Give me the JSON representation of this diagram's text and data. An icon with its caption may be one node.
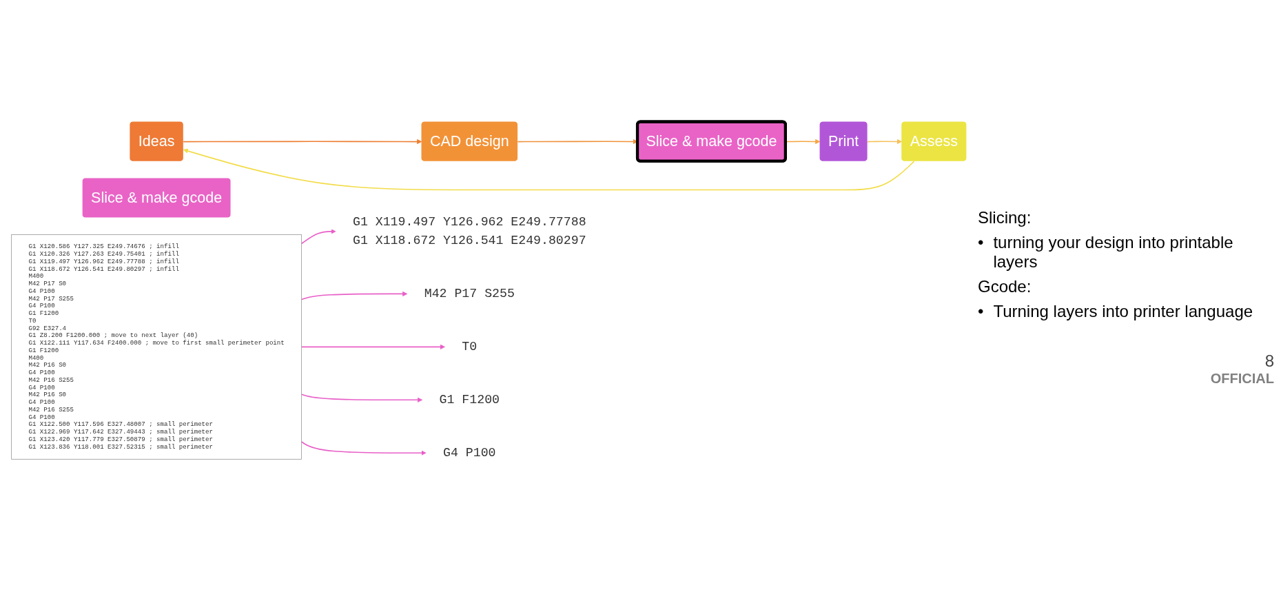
{
  "diagram": {
    "nodes": [
      {
        "text": [
          "Ideas"
        ]
      },
      {
        "text": [
          "CAD design"
        ]
      },
      {
        "text": [
          "Slice & make gcode"
        ]
      },
      {
        "text": [
          "Print"
        ]
      },
      {
        "text": [
          "Assess"
        ]
      },
      {
        "text": [
          "Slice & make gcode"
        ]
      },
      {
        "text": [
          "G1 X120.586 Y127.325 E249.74676 ; infill",
          "G1 X120.326 Y127.263 E249.75401 ; infill",
          "G1 X119.497 Y126.962 E249.77788 ; infill",
          "G1 X118.672 Y126.541 E249.80297 ; infill",
          "M400",
          "M42 P17 S0",
          "G4 P100",
          "M42 P17 S255",
          "G4 P100",
          "G1 F1200",
          "T0",
          "G92 E327.4",
          "G1 Z8.200 F1200.000 ; move to next layer (40)",
          "G1 X122.111 Y117.634 F2400.000 ; move to first small perimeter point",
          "G1 F1200",
          "M400",
          "M42 P16 S0",
          "G4 P100",
          "M42 P16 S255",
          "G4 P100",
          "M42 P16 S0",
          "G4 P100",
          "M42 P16 S255",
          "G4 P100",
          "G1 X122.500 Y117.596 E327.48007 ; small perimeter",
          "G1 X122.969 Y117.642 E327.49443 ; small perimeter",
          "G1 X123.420 Y117.779 E327.50879 ; small perimeter",
          "G1 X123.836 Y118.001 E327.52315 ; small perimeter"
        ]
      },
      {
        "text": [
          "G1 X119.497 Y126.962 E249.77788",
          "G1 X118.672 Y126.541 E249.80297"
        ]
      },
      {
        "text": [
          "M42 P17 S255"
        ]
      },
      {
        "text": [
          "T0"
        ]
      },
      {
        "text": [
          "G1 F1200"
        ]
      },
      {
        "text": [
          "G4 P100"
        ]
      }
    ],
    "edges": [
      {
        "from": 0,
        "to": 1,
        "arrow": "to",
        "color": "#ed7d31"
      },
      {
        "from": 1,
        "to": 2,
        "arrow": "to",
        "color": "#f0913a"
      },
      {
        "from": 2,
        "to": 3,
        "arrow": "to",
        "color": "#f5a540"
      },
      {
        "from": 3,
        "to": 4,
        "arrow": "to",
        "color": "#f5c05a"
      },
      {
        "from": 4,
        "to": 0,
        "arrow": "to",
        "color": "#f2dc4a"
      },
      {
        "from": 6,
        "to": 7,
        "arrow": "to",
        "color": "#e85fc8"
      },
      {
        "from": 6,
        "to": 8,
        "arrow": "to",
        "color": "#e85fc8"
      },
      {
        "from": 6,
        "to": 9,
        "arrow": "to",
        "color": "#e85fc8"
      },
      {
        "from": 6,
        "to": 10,
        "arrow": "to",
        "color": "#e85fc8"
      },
      {
        "from": 6,
        "to": 11,
        "arrow": "to",
        "color": "#e85fc8"
      }
    ],
    "labels": [
      "Slicing:",
      "•",
      "turning your design into printable layers",
      "Gcode:",
      "•",
      "Turning layers into printer language",
      "8",
      "OFFICIAL"
    ]
  }
}
